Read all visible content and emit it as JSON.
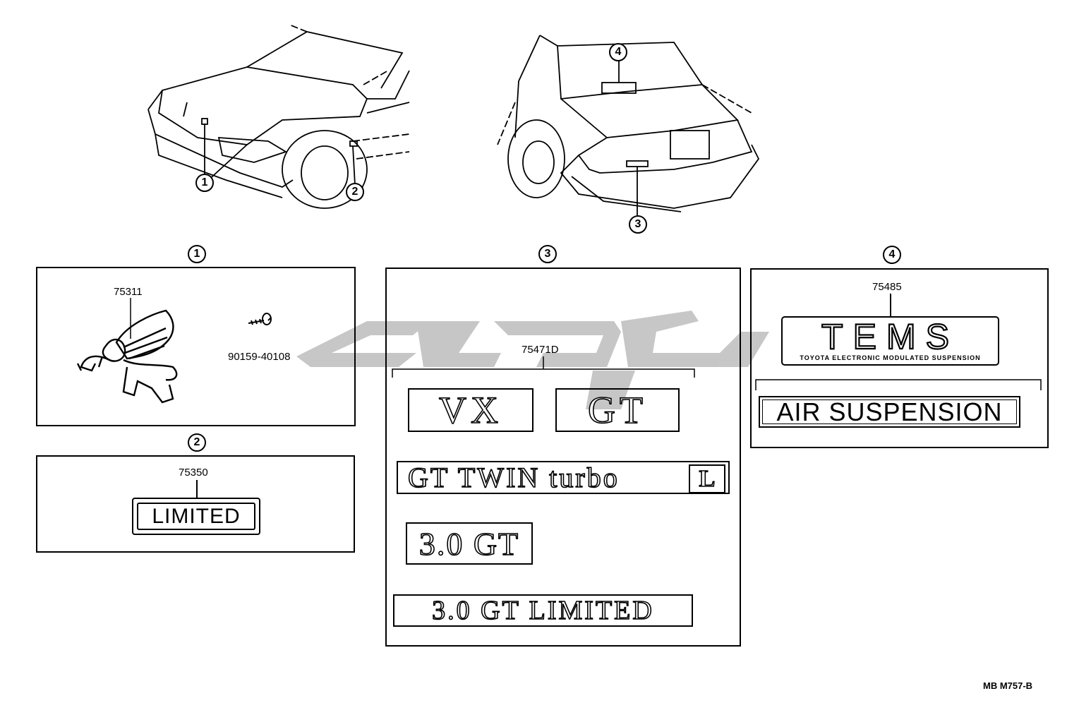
{
  "callouts": {
    "c1": "1",
    "c2": "2",
    "c3": "3",
    "c4": "4"
  },
  "sections": {
    "s1": {
      "label": "1",
      "part_lion": "75311",
      "part_screw": "90159-40108"
    },
    "s2": {
      "label": "2",
      "part": "75350",
      "badge": "LIMITED"
    },
    "s3": {
      "label": "3",
      "part": "75471D",
      "badges": {
        "vx": "VX",
        "gt": "GT",
        "twin": "GT TWIN turbo",
        "l": "L",
        "gt30": "3.0 GT",
        "gtlimited": "3.0 GT LIMITED"
      }
    },
    "s4": {
      "label": "4",
      "part": "75485",
      "tems": "TEMS",
      "tems_sub": "TOYOTA ELECTRONIC MODULATED SUSPENSION",
      "air": "AIR SUSPENSION"
    }
  },
  "reference": "MB M757-B",
  "watermark": {
    "color": "#b8b8b8"
  }
}
